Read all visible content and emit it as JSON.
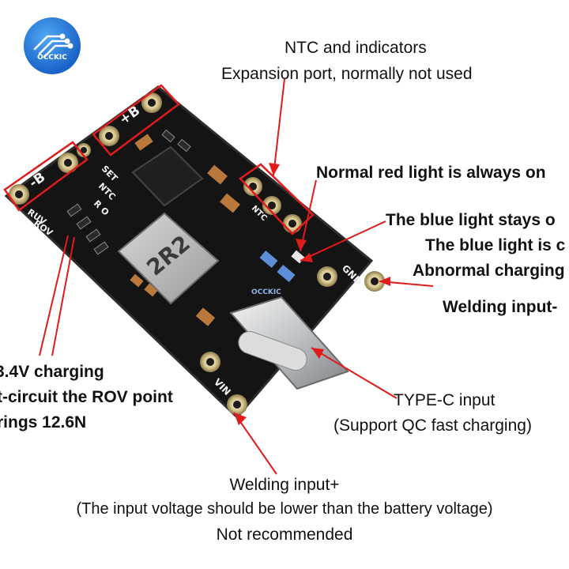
{
  "brand": {
    "logo_text": "OCCKIC"
  },
  "board": {
    "silk_b_minus": "-B",
    "silk_b_plus": "+B",
    "silk_set": "SET",
    "silk_ntc": "NTC",
    "silk_r_o": "R O",
    "silk_ruv": "RUV",
    "silk_rov": "ROV",
    "silk_ntc_right": "NTC",
    "silk_gnd": "GND",
    "silk_vin": "VIN",
    "inductor": "2R2",
    "watermark": "OCCKIC"
  },
  "annotations": {
    "ntc_line1": "NTC and indicators",
    "ntc_line2": "Expansion port, normally not used",
    "red_light": "Normal red light is always on",
    "blue1": "The blue light stays o",
    "blue2": "The blue light is c",
    "abnormal": "Abnormal charging",
    "welding_minus": "Welding input-",
    "charging_line1": "3.4V charging",
    "charging_line2": "t-circuit the ROV point",
    "charging_line3": "rings 12.6N",
    "typec_line1": "TYPE-C input",
    "typec_line2": "(Support QC fast charging)",
    "weld_plus_line1": "Welding input+",
    "weld_plus_line2": "(The input voltage should be lower than the battery voltage)",
    "weld_plus_line3": "Not recommended"
  }
}
